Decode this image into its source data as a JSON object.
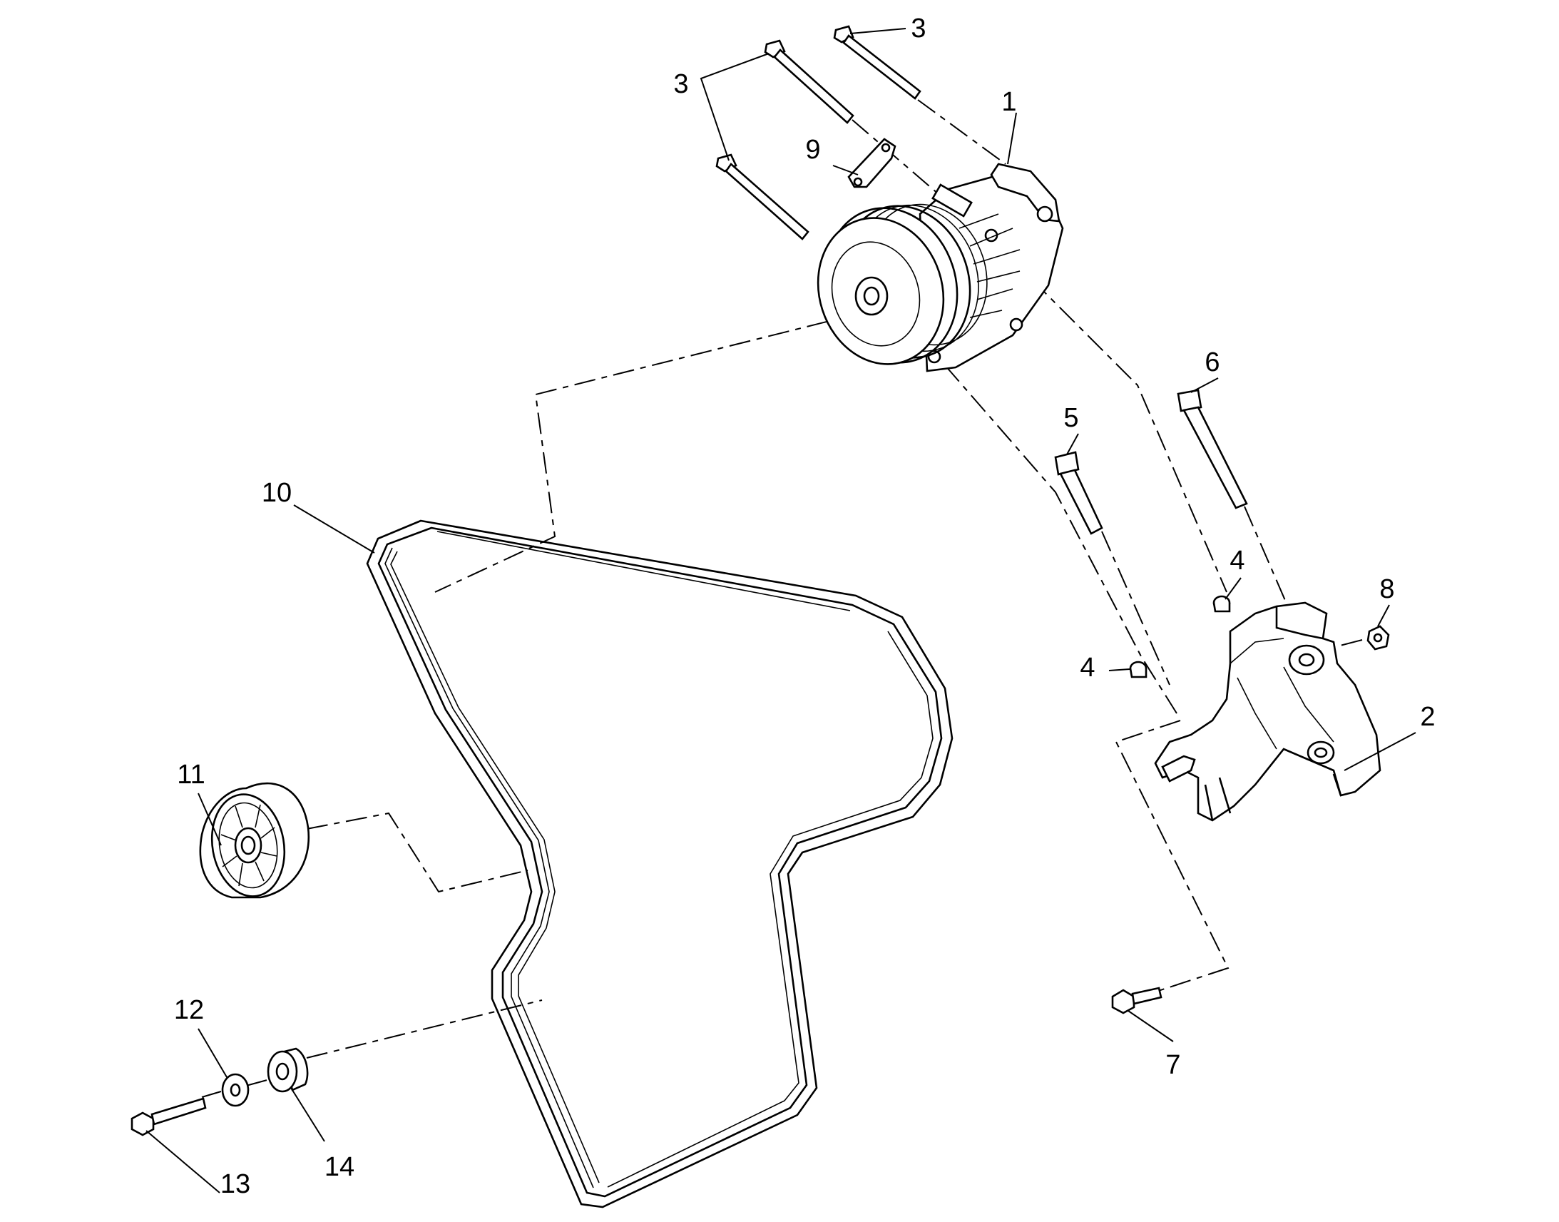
{
  "callouts": [
    {
      "id": "c1",
      "text": "1"
    },
    {
      "id": "c2",
      "text": "2"
    },
    {
      "id": "c3a",
      "text": "3"
    },
    {
      "id": "c3b",
      "text": "3"
    },
    {
      "id": "c4a",
      "text": "4"
    },
    {
      "id": "c4b",
      "text": "4"
    },
    {
      "id": "c5",
      "text": "5"
    },
    {
      "id": "c6",
      "text": "6"
    },
    {
      "id": "c7",
      "text": "7"
    },
    {
      "id": "c8",
      "text": "8"
    },
    {
      "id": "c9",
      "text": "9"
    },
    {
      "id": "c10",
      "text": "10"
    },
    {
      "id": "c11",
      "text": "11"
    },
    {
      "id": "c12",
      "text": "12"
    },
    {
      "id": "c13",
      "text": "13"
    },
    {
      "id": "c14",
      "text": "14"
    }
  ]
}
